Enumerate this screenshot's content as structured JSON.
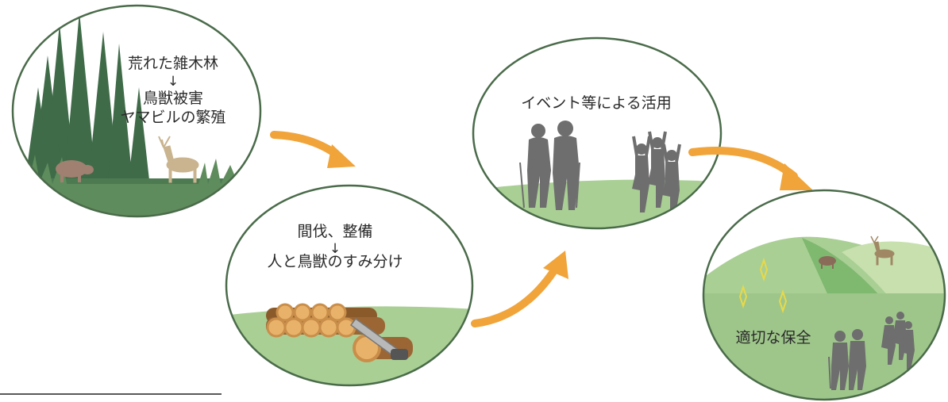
{
  "stages": [
    {
      "id": "neglected",
      "lines": [
        "荒れた雑木林",
        "↓",
        "鳥獣被害",
        "ヤマビルの繁殖"
      ]
    },
    {
      "id": "thinning",
      "lines": [
        "間伐、整備",
        "↓",
        "人と鳥獣のすみ分け"
      ]
    },
    {
      "id": "events",
      "lines": [
        "イベント等による活用"
      ]
    },
    {
      "id": "conservation",
      "lines": [
        "適切な保全"
      ]
    }
  ],
  "colors": {
    "circle_stroke": "#4a6b4a",
    "forest": "#3f6b48",
    "grass": "#a9cf94",
    "meadow_light": "#c7e0ae",
    "meadow_dark": "#7fb86f",
    "arrow": "#f0a43a",
    "silhouette": "#6e6e6e",
    "deer": "#c9b48f",
    "boar": "#a08070",
    "log": "#c98e4a",
    "log_end": "#e9b26a",
    "sparkle": "#e8d94a"
  }
}
